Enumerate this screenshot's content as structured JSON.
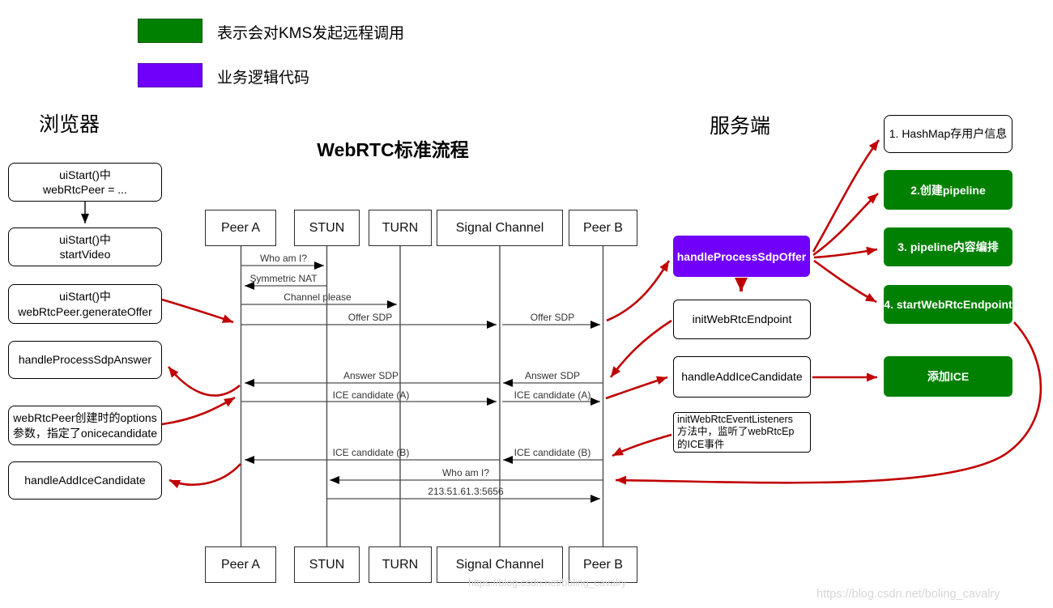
{
  "legend": {
    "kms": {
      "label": "表示会对KMS发起远程调用",
      "color": "#008000"
    },
    "logic": {
      "label": "业务逻辑代码",
      "color": "#7100FA"
    }
  },
  "headers": {
    "browser": "浏览器",
    "title": "WebRTC标准流程",
    "server": "服务端"
  },
  "browser_flow": {
    "boxes": [
      "uiStart()中\nwebRtcPeer = ...",
      "uiStart()中\nstartVideo",
      "uiStart()中\nwebRtcPeer.generateOffer",
      "handleProcessSdpAnswer",
      "webRtcPeer创建时的options\n参数，指定了onicecandidate",
      "handleAddIceCandidate"
    ]
  },
  "sequence": {
    "participants": [
      "Peer A",
      "STUN",
      "TURN",
      "Signal Channel",
      "Peer B"
    ],
    "messages": [
      "Who am I?",
      "Symmetric NAT",
      "Channel please",
      "Offer SDP",
      "Offer SDP",
      "Answer SDP",
      "Answer SDP",
      "ICE candidate (A)",
      "ICE candidate (A)",
      "ICE candidate (B)",
      "ICE candidate (B)",
      "Who am I?",
      "213.51.61.3:5656"
    ]
  },
  "server_flow": {
    "entry": "handleProcessSdpOffer",
    "boxes": [
      "initWebRtcEndpoint",
      "handleAddIceCandidate",
      "initWebRtcEventListeners\n方法中，监听了webRtcEp\n的ICE事件"
    ],
    "steps": [
      "1. HashMap存用户信息",
      "2.创建pipeline",
      "3. pipeline内容编排",
      "4. startWebRtcEndpoint",
      "添加ICE"
    ]
  },
  "watermark": "https://blog.csdn.net/boling_cavalry",
  "colors": {
    "remote_call_green": "#008000",
    "logic_purple": "#7100FA",
    "arrow_red": "#C00000"
  }
}
